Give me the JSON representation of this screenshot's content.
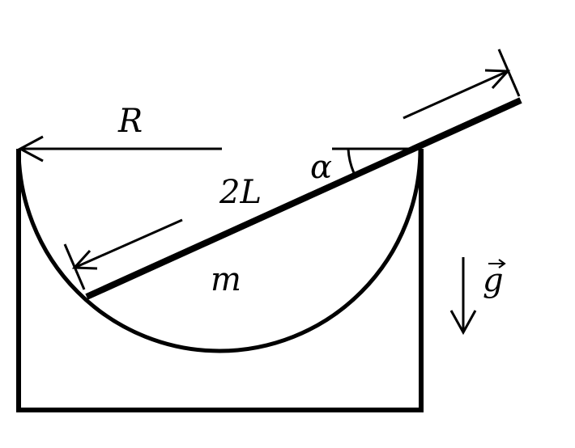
{
  "labels": {
    "radius": "R",
    "length_value": "2",
    "length_symbol": "L",
    "angle": "α",
    "mass": "m",
    "gravity": "g"
  },
  "colors": {
    "ink": "#000000",
    "background": "#ffffff"
  }
}
